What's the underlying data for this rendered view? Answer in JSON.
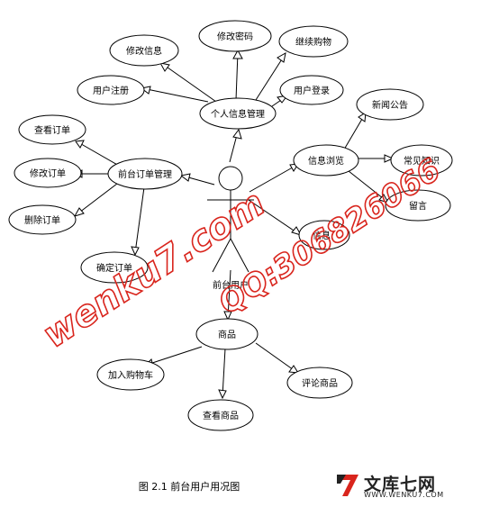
{
  "diagram": {
    "actor": "前台用户",
    "nodes": {
      "personal_info": "个人信息管理",
      "register": "用户注册",
      "edit_info": "修改信息",
      "change_password": "修改密码",
      "continue_shopping": "继续购物",
      "login": "用户登录",
      "order_mgmt": "前台订单管理",
      "view_order": "查看订单",
      "edit_order": "修改订单",
      "delete_order": "删除订单",
      "confirm_order": "确定订单",
      "info_browse": "信息浏览",
      "news": "新闻公告",
      "knowledge": "常见知识",
      "message": "留言",
      "info_other": "信息",
      "goods": "商品",
      "add_cart": "加入购物车",
      "view_goods": "查看商品",
      "review_goods": "评论商品"
    },
    "colors": {
      "line": "#000000",
      "watermark": "#d9251d"
    }
  },
  "watermark": {
    "site": "wenku7.com",
    "qq": "QQ:306826066"
  },
  "caption": "图 2.1  前台用户用况图",
  "brand": {
    "name": "文库七网",
    "url": "WWW.WENKU7.COM"
  }
}
